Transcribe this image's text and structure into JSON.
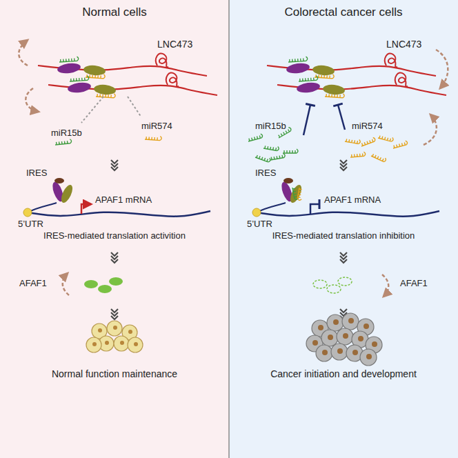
{
  "diagram": {
    "nodes": [
      {
        "text": [
          "Normal cells"
        ]
      },
      {
        "text": [
          "Colorectal cancer cells"
        ]
      }
    ],
    "labels": [
      "LNC473",
      "miR15b",
      "miR574",
      "IRES",
      "APAF1 mRNA",
      "5’UTR",
      "IRES-mediated translation activition",
      "AFAF1",
      "Normal function maintenance",
      "LNC473",
      "miR15b",
      "miR574",
      "IRES",
      "APAF1 mRNA",
      "5’UTR",
      "IRES-mediated translation inhibition",
      "AFAF1",
      "Cancer initiation and development"
    ]
  }
}
